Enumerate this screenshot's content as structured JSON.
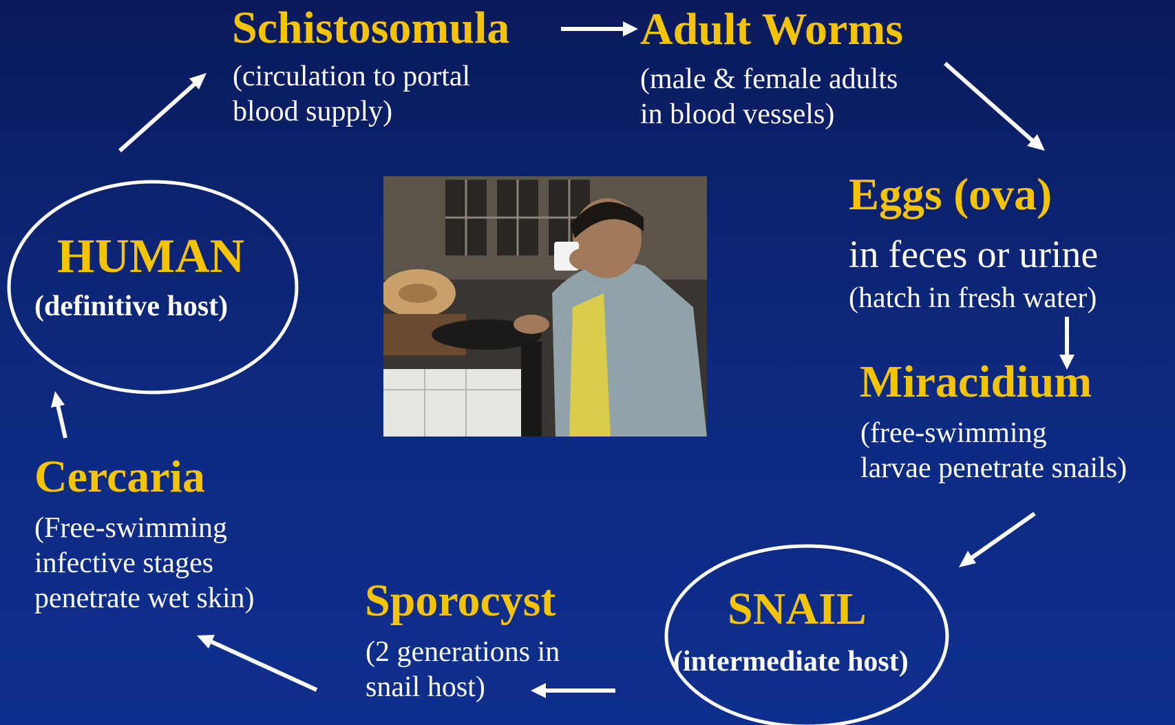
{
  "nodes": {
    "schistosomula": {
      "title": "Schistosomula",
      "desc": [
        "(circulation to portal",
        "blood supply)"
      ]
    },
    "adult_worms": {
      "title": "Adult Worms",
      "desc": [
        "(male & female adults",
        "in blood vessels)"
      ]
    },
    "eggs": {
      "title": "Eggs (ova)",
      "subtitle": "in feces or urine",
      "desc": [
        "(hatch in fresh water)"
      ]
    },
    "miracidium": {
      "title": "Miracidium",
      "desc": [
        "(free-swimming",
        "larvae penetrate snails)"
      ]
    },
    "snail": {
      "title": "SNAIL",
      "desc": "(intermediate host)"
    },
    "sporocyst": {
      "title": "Sporocyst",
      "desc": [
        "(2 generations in",
        "snail host)"
      ]
    },
    "cercaria": {
      "title": "Cercaria",
      "desc": [
        "(Free-swimming",
        "infective stages",
        "penetrate wet skin)"
      ]
    },
    "human": {
      "title": "HUMAN",
      "desc": "(definitive host)"
    }
  },
  "colors": {
    "background": "#0d2a80",
    "title": "#f5c400",
    "text": "#ffffff"
  }
}
